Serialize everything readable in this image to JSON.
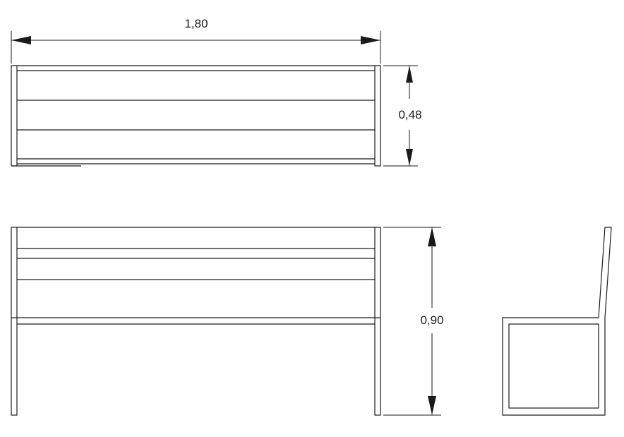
{
  "dimensions": {
    "width_label": "1,80",
    "depth_label": "0,48",
    "height_label": "0,90"
  }
}
